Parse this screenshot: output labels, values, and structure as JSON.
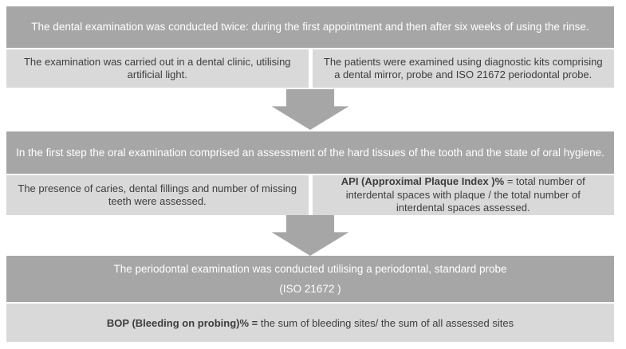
{
  "palette": {
    "banner_bg": "#a6a6a6",
    "box_bg": "#d9d9d9",
    "arrow_color": "#a6a6a6",
    "banner_text": "#ffffff",
    "box_text": "#3d3d3d",
    "page_bg": "#ffffff"
  },
  "flow": {
    "step1": {
      "banner": "The dental examination was conducted twice: during the first appointment and then after six weeks of using the rinse.",
      "left_box": "The examination was carried out in a dental clinic, utilising artificial light.",
      "right_box": "The patients were examined using diagnostic kits comprising a dental mirror, probe and ISO 21672 periodontal probe."
    },
    "step2": {
      "banner": "In the first step the oral examination comprised an assessment of the hard tissues of the tooth and the state of oral hygiene.",
      "left_box": "The presence of caries, dental fillings and number of missing teeth were assessed.",
      "right_box_bold": "API (Approximal Plaque Index )%",
      "right_box_rest": " = total number of interdental spaces with plaque / the total number of interdental spaces assessed."
    },
    "step3": {
      "banner_line1": "The periodontal examination was conducted utilising a periodontal, standard probe",
      "banner_line2": "(ISO 21672 )",
      "box_bold": "BOP (Bleeding on probing)% =",
      "box_rest": " the sum of bleeding sites/ the sum of all assessed sites"
    }
  }
}
